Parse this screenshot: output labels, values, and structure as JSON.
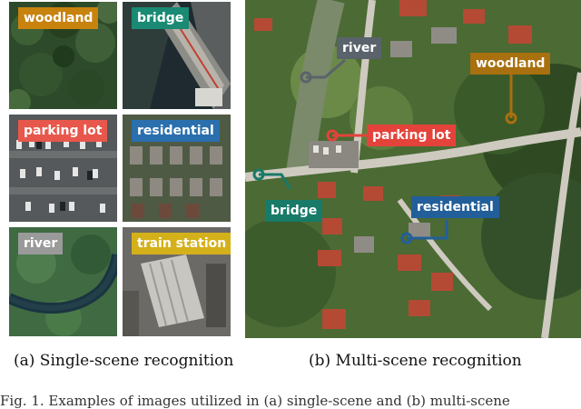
{
  "left_panel": {
    "tiles": [
      {
        "label": "woodland",
        "color": "#c8820e"
      },
      {
        "label": "bridge",
        "color": "#1a8a74"
      },
      {
        "label": "parking lot",
        "color": "#e8574b"
      },
      {
        "label": "residential",
        "color": "#2a6fae"
      },
      {
        "label": "river",
        "color": "#9a9a9a"
      },
      {
        "label": "train station",
        "color": "#d4b11a"
      }
    ],
    "caption": "(a)  Single-scene recognition"
  },
  "right_panel": {
    "labels": [
      {
        "label": "river",
        "color": "#5a636b"
      },
      {
        "label": "woodland",
        "color": "#a8700e"
      },
      {
        "label": "parking lot",
        "color": "#e3433a"
      },
      {
        "label": "bridge",
        "color": "#187a68"
      },
      {
        "label": "residential",
        "color": "#225f9a"
      }
    ],
    "caption": "(b)  Multi-scene recognition"
  },
  "figure_caption": "Fig. 1.  Examples of images utilized in (a) single-scene and (b) multi-scene"
}
